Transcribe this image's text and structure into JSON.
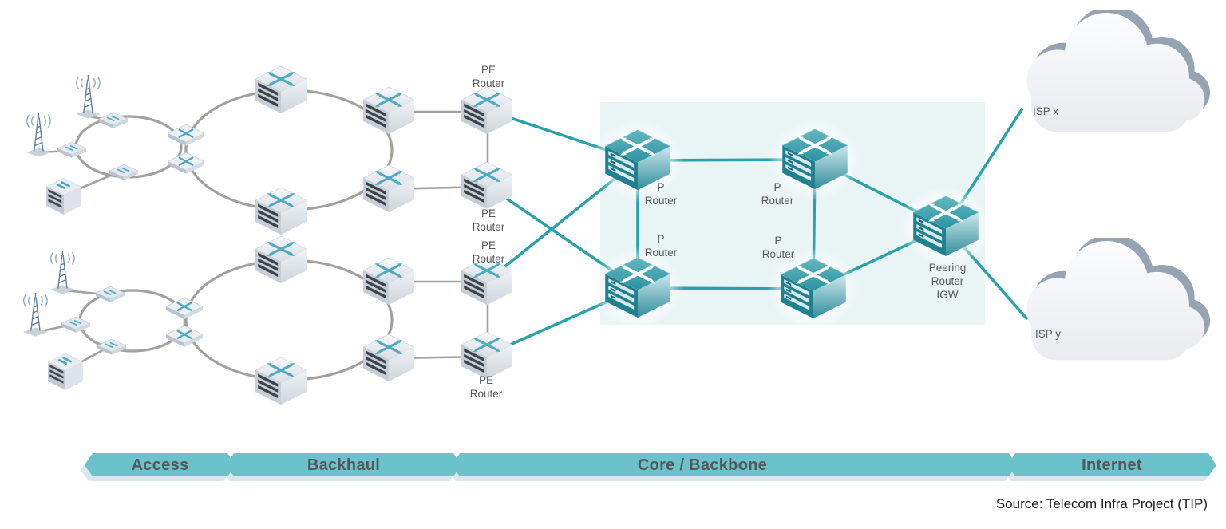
{
  "nodes": {
    "pe_routers": [
      {
        "id": "pe1",
        "label": "PE Router"
      },
      {
        "id": "pe2",
        "label": "PE Router"
      },
      {
        "id": "pe3",
        "label": "PE Router"
      },
      {
        "id": "pe4",
        "label": "PE Router"
      }
    ],
    "p_routers": [
      {
        "id": "p1",
        "label": "P Router"
      },
      {
        "id": "p2",
        "label": "P Router"
      },
      {
        "id": "p3",
        "label": "P Router"
      },
      {
        "id": "p4",
        "label": "P Router"
      }
    ],
    "peering_router": {
      "label": "Peering Router IGW"
    },
    "isp_clouds": [
      {
        "label": "ISP x"
      },
      {
        "label": "ISP y"
      }
    ]
  },
  "segments": [
    {
      "label": "Access"
    },
    {
      "label": "Backhaul"
    },
    {
      "label": "Core / Backbone"
    },
    {
      "label": "Internet"
    }
  ],
  "source_note": "Source: Telecom Infra Project (TIP)",
  "colors": {
    "core_link": "#2aa2ab",
    "access_link": "#a3a19d",
    "banner": "#6cc2ca",
    "core_highlight": "#e9f4f5",
    "router_teal": "#2e8f9d"
  }
}
